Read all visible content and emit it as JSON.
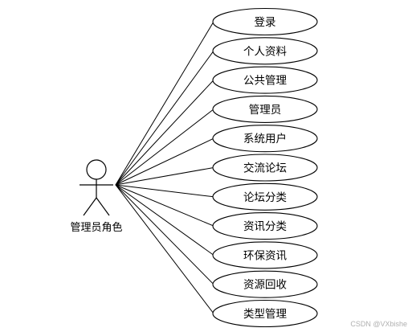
{
  "actor": {
    "label": "管理员角色"
  },
  "use_cases": [
    {
      "label": "登录"
    },
    {
      "label": "个人资料"
    },
    {
      "label": "公共管理"
    },
    {
      "label": "管理员"
    },
    {
      "label": "系统用户"
    },
    {
      "label": "交流论坛"
    },
    {
      "label": "论坛分类"
    },
    {
      "label": "资讯分类"
    },
    {
      "label": "环保资讯"
    },
    {
      "label": "资源回收"
    },
    {
      "label": "类型管理"
    }
  ],
  "watermark": "CSDN @VXbishe",
  "colors": {
    "stroke": "#000000",
    "fill": "#ffffff",
    "watermark": "#b0b0b0"
  }
}
